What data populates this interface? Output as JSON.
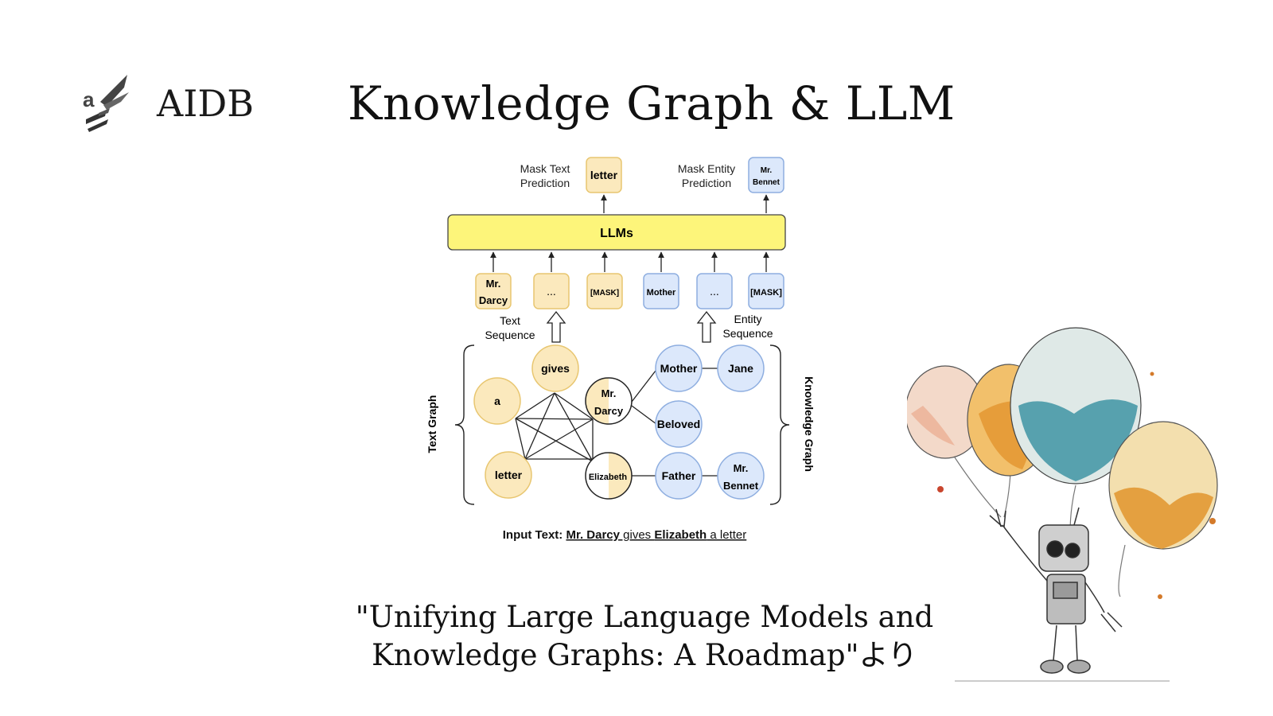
{
  "header": {
    "brand": "AIDB",
    "title": "Knowledge Graph & LLM"
  },
  "diagram": {
    "llm_label": "LLMs",
    "mask_text_prediction": [
      "Mask Text",
      "Prediction"
    ],
    "mask_entity_prediction": [
      "Mask Entity",
      "Prediction"
    ],
    "output_text_token": "letter",
    "output_entity_token": [
      "Mr.",
      "Bennet"
    ],
    "input_tokens": {
      "t1": [
        "Mr.",
        "Darcy"
      ],
      "t2": "...",
      "t3": "[MASK]",
      "t4": "Mother",
      "t5": "...",
      "t6": "[MASK]"
    },
    "text_sequence_label": [
      "Text",
      "Sequence"
    ],
    "entity_sequence_label": [
      "Entity",
      "Sequence"
    ],
    "text_graph_label": "Text Graph",
    "knowledge_graph_label": "Knowledge Graph",
    "nodes": {
      "a": "a",
      "gives": "gives",
      "letter": "letter",
      "mr_darcy": [
        "Mr.",
        "Darcy"
      ],
      "elizabeth": "Elizabeth",
      "mother": "Mother",
      "jane": "Jane",
      "beloved": "Beloved",
      "father": "Father",
      "mr_bennet": [
        "Mr.",
        "Bennet"
      ]
    },
    "input_text": {
      "prefix": "Input Text: ",
      "w1": "Mr. Darcy",
      "w2": " gives ",
      "w3": "Elizabeth",
      "w4": " a letter"
    },
    "colors": {
      "llm_fill": "#fdf57a",
      "text_fill": "#fbe9bd",
      "text_stroke": "#e8c670",
      "entity_fill": "#dce8fb",
      "entity_stroke": "#8eaee0"
    }
  },
  "caption": {
    "line1": "\"Unifying Large Language Models and",
    "line2": "Knowledge Graphs: A Roadmap\"より"
  }
}
